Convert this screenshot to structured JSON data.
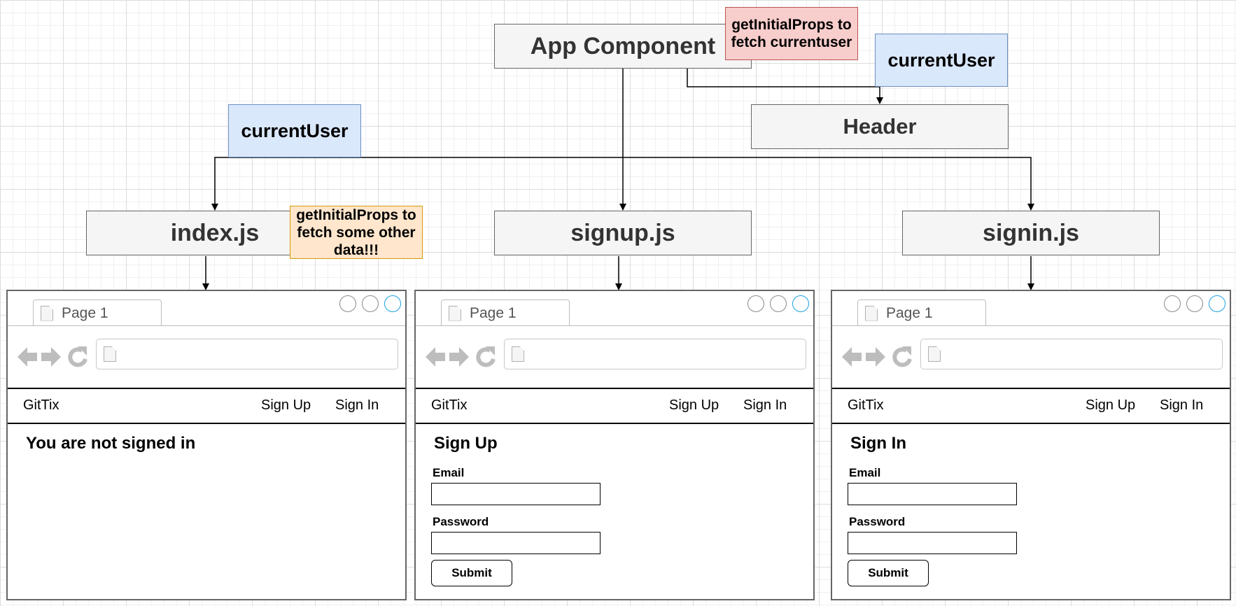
{
  "diagram": {
    "app_component": "App Component",
    "app_note": "getInitialProps to fetch currentuser",
    "header_prop": "currentUser",
    "header": "Header",
    "index_prop": "currentUser",
    "index_file": "index.js",
    "index_note": "getInitialProps to fetch some other data!!!",
    "signup_file": "signup.js",
    "signin_file": "signin.js"
  },
  "colors": {
    "component_fill": "#f5f5f5",
    "prop_fill": "#dae8fc",
    "app_note_fill": "#f8cecc",
    "index_note_fill": "#ffe6cc",
    "window_active": "#1ba1e2"
  },
  "browsers": [
    {
      "tab": "Page 1",
      "brand": "GitTix",
      "nav": [
        "Sign Up",
        "Sign In"
      ],
      "heading": "You are not signed in"
    },
    {
      "tab": "Page 1",
      "brand": "GitTix",
      "nav": [
        "Sign Up",
        "Sign In"
      ],
      "heading": "Sign Up",
      "email_label": "Email",
      "password_label": "Password",
      "submit": "Submit"
    },
    {
      "tab": "Page 1",
      "brand": "GitTix",
      "nav": [
        "Sign Up",
        "Sign In"
      ],
      "heading": "Sign In",
      "email_label": "Email",
      "password_label": "Password",
      "submit": "Submit"
    }
  ],
  "icons": [
    "page-icon",
    "back-arrow-icon",
    "forward-arrow-icon",
    "reload-icon",
    "window-circle-icon"
  ]
}
